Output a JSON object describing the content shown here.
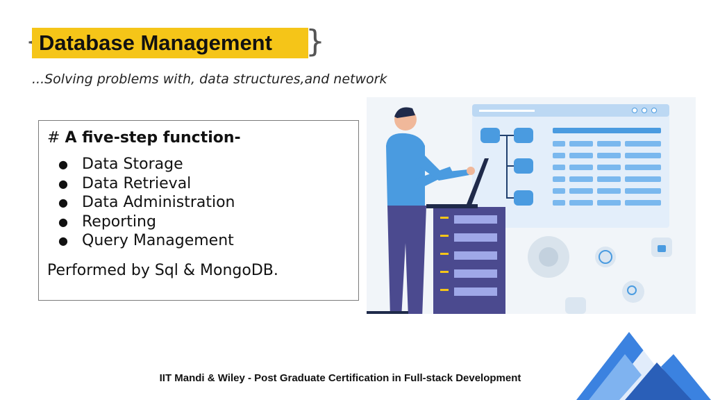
{
  "slide": {
    "title": "Database Management",
    "subtitle": "...Solving problems with, data structures,and network",
    "heading_prefix": "#",
    "heading": "A five-step function-",
    "steps": [
      "Data Storage",
      "Data Retrieval",
      "Data Administration",
      "Reporting",
      "Query Management"
    ],
    "performed_by": "Performed by Sql & MongoDB.",
    "footer": "IIT Mandi & Wiley - Post Graduate Certification in Full-stack Development"
  },
  "colors": {
    "title_highlight": "#f5c518",
    "illustration_blue": "#4a9be0",
    "server_purple": "#4b4a8f",
    "logo_blue": "#3b82e0"
  },
  "icons": {
    "bullet": "●",
    "database": "database-icon",
    "gear": "gear-icon",
    "help": "question-icon",
    "lock": "lock-icon",
    "search": "search-icon",
    "logo": "mountain-logo-icon"
  }
}
